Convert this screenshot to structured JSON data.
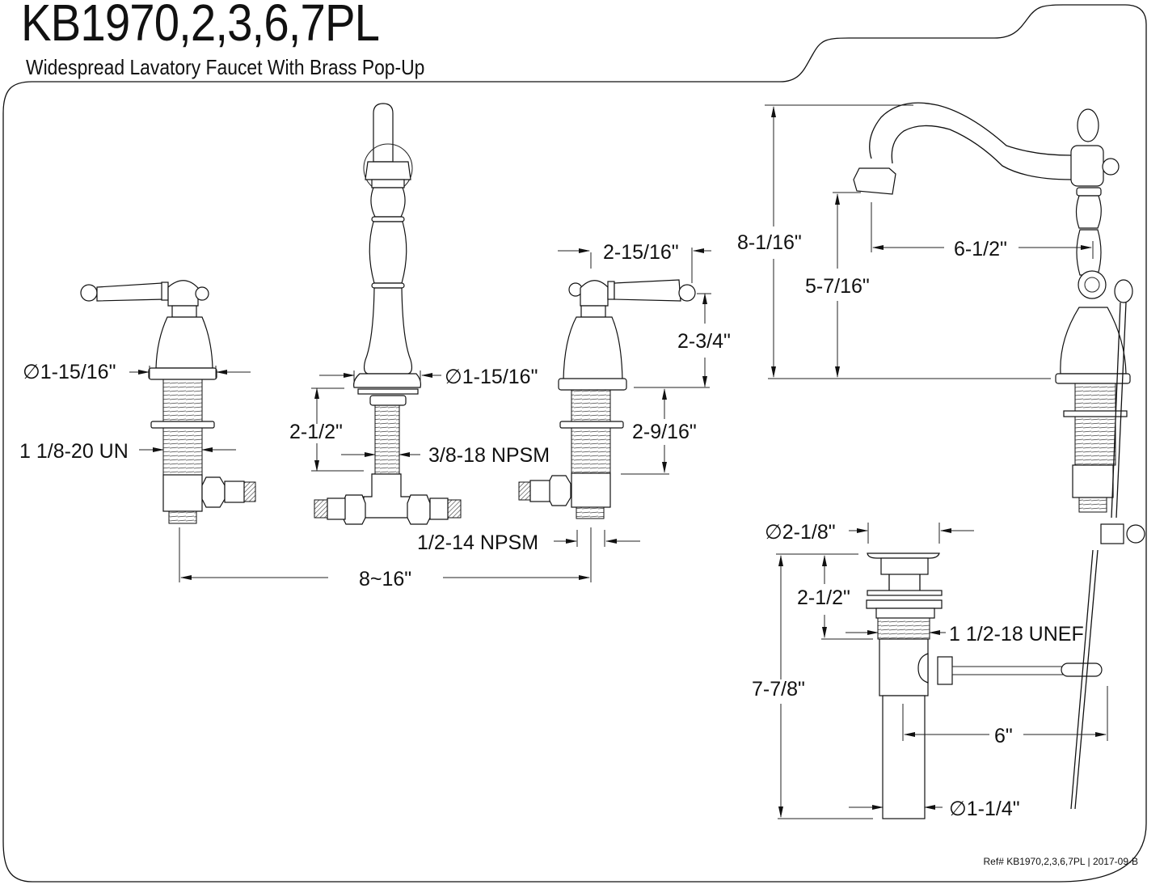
{
  "header": {
    "title": "KB1970,2,3,6,7PL",
    "subtitle": "Widespread Lavatory Faucet With Brass Pop-Up"
  },
  "footer": {
    "reference": "Ref# KB1970,2,3,6,7PL | 2017-09-B"
  },
  "front_view": {
    "left_handle": {
      "escutcheon_diameter": "∅1-15/16\"",
      "shank_thread": "1 1/8-20 UN"
    },
    "spout": {
      "escutcheon_diameter": "∅1-15/16\"",
      "shank_length": "2-1/2\"",
      "shank_thread": "3/8-18 NPSM"
    },
    "right_handle": {
      "handle_reach": "2-15/16\"",
      "handle_height": "2-3/4\"",
      "shank_length": "2-9/16\"",
      "inlet_thread": "1/2-14 NPSM"
    },
    "spread": "8~16\""
  },
  "side_view": {
    "overall_height": "8-1/16\"",
    "spout_clearance": "5-7/16\"",
    "spout_reach": "6-1/2\""
  },
  "pop_up_drain": {
    "flange_diameter": "∅2-1/8\"",
    "body_length": "2-1/2\"",
    "body_thread": "1 1/2-18 UNEF",
    "overall_length": "7-7/8\"",
    "tailpiece_diameter": "∅1-1/4\"",
    "rod_length": "6\""
  }
}
